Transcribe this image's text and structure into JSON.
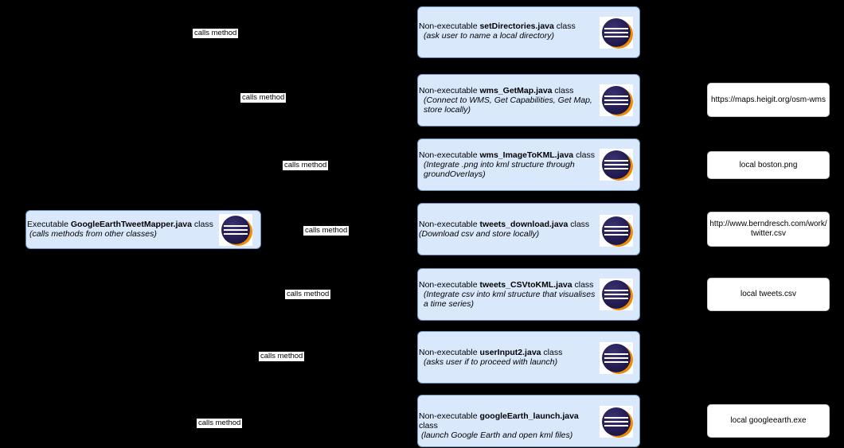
{
  "main_class": {
    "prefix": "Executable ",
    "name": "GoogleEarthTweetMapper.java",
    "suffix": " class",
    "description": "(calls methods from other classes)",
    "icon": "eclipse-icon"
  },
  "edge_label": "calls method",
  "classes": [
    {
      "prefix": "Non-executable ",
      "name": "setDirectories.java",
      "suffix": " class",
      "description": "(ask user to name a local directory)"
    },
    {
      "prefix": "Non-executable ",
      "name": "wms_GetMap.java",
      "suffix": " class",
      "description": "(Connect to WMS, Get Capabilities, Get Map, store locally)"
    },
    {
      "prefix": "Non-executable ",
      "name": "wms_ImageToKML.java",
      "suffix": " class",
      "description": "(Integrate .png into kml structure through groundOverlays)"
    },
    {
      "prefix": "Non-executable ",
      "name": "tweets_download.java",
      "suffix": " class",
      "description": "(Download csv and store locally)"
    },
    {
      "prefix": "Non-executable ",
      "name": "tweets_CSVtoKML.java",
      "suffix": " class",
      "description": "(Integrate csv into kml structure that visualises a time series)"
    },
    {
      "prefix": "Non-executable ",
      "name": "userInput2.java",
      "suffix": " class",
      "description": "(asks user if to proceed with launch)"
    },
    {
      "prefix": "Non-executable ",
      "name": "googleEarth_launch.java",
      "suffix": " class",
      "description": "(launch Google Earth and open kml files)"
    }
  ],
  "resources": [
    {
      "text": "https://maps.heigit.org/osm-wms"
    },
    {
      "text": "local boston.png"
    },
    {
      "text": "http://www.berndresch.com/work/twitter.csv"
    },
    {
      "text": "local tweets.csv"
    },
    {
      "text": "local googleearth.exe"
    }
  ]
}
